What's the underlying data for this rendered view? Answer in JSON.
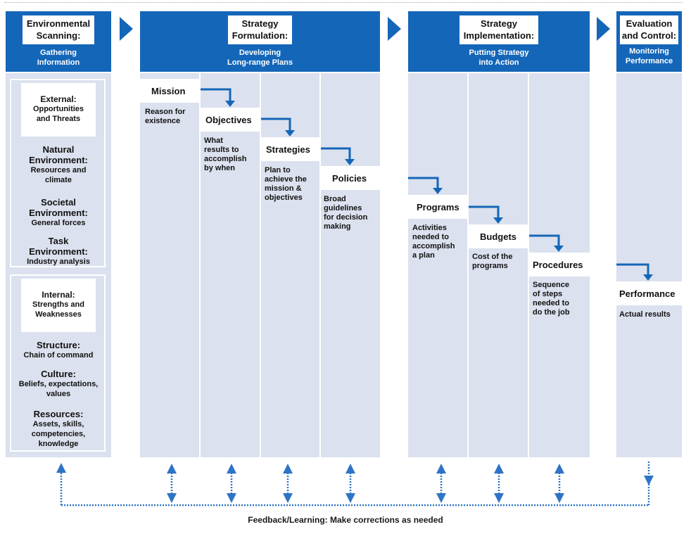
{
  "headers": [
    {
      "id": "scanning",
      "title": "Environmental\nScanning:",
      "subtitle": "Gathering\nInformation"
    },
    {
      "id": "formulation",
      "title": "Strategy\nFormulation:",
      "subtitle": "Developing\nLong-range Plans"
    },
    {
      "id": "implementation",
      "title": "Strategy\nImplementation:",
      "subtitle": "Putting Strategy\ninto Action"
    },
    {
      "id": "evaluation",
      "title": "Evaluation\nand Control:",
      "subtitle": "Monitoring\nPerformance"
    }
  ],
  "scanning": {
    "external": {
      "label": "External:",
      "label_sub": "Opportunities\nand Threats",
      "items": [
        {
          "title": "Natural\nEnvironment:",
          "sub": "Resources and\nclimate"
        },
        {
          "title": "Societal\nEnvironment:",
          "sub": "General forces"
        },
        {
          "title": "Task\nEnvironment:",
          "sub": "Industry analysis"
        }
      ]
    },
    "internal": {
      "label": "Internal:",
      "label_sub": "Strengths and\nWeaknesses",
      "items": [
        {
          "title": "Structure:",
          "sub": "Chain of command"
        },
        {
          "title": "Culture:",
          "sub": "Beliefs, expectations,\nvalues"
        },
        {
          "title": "Resources:",
          "sub": "Assets, skills,\ncompetencies,\nknowledge"
        }
      ]
    }
  },
  "steps": [
    {
      "label": "Mission",
      "desc": "Reason for\nexistence"
    },
    {
      "label": "Objectives",
      "desc": "What\nresults to\naccomplish\nby when"
    },
    {
      "label": "Strategies",
      "desc": "Plan to\nachieve the\nmission &\nobjectives"
    },
    {
      "label": "Policies",
      "desc": "Broad\nguidelines\nfor decision\nmaking"
    },
    {
      "label": "Programs",
      "desc": "Activities\nneeded to\naccomplish\na plan"
    },
    {
      "label": "Budgets",
      "desc": "Cost of the\nprograms"
    },
    {
      "label": "Procedures",
      "desc": "Sequence\nof steps\nneeded to\ndo the job"
    },
    {
      "label": "Performance",
      "desc": "Actual results"
    }
  ],
  "feedback": {
    "label": "Feedback/Learning: Make corrections as needed"
  },
  "colors": {
    "header_blue": "#1466b8",
    "panel": "#dbe1ee",
    "arrow_blue": "#1466b8",
    "feedback_blue": "#2e74c6"
  }
}
